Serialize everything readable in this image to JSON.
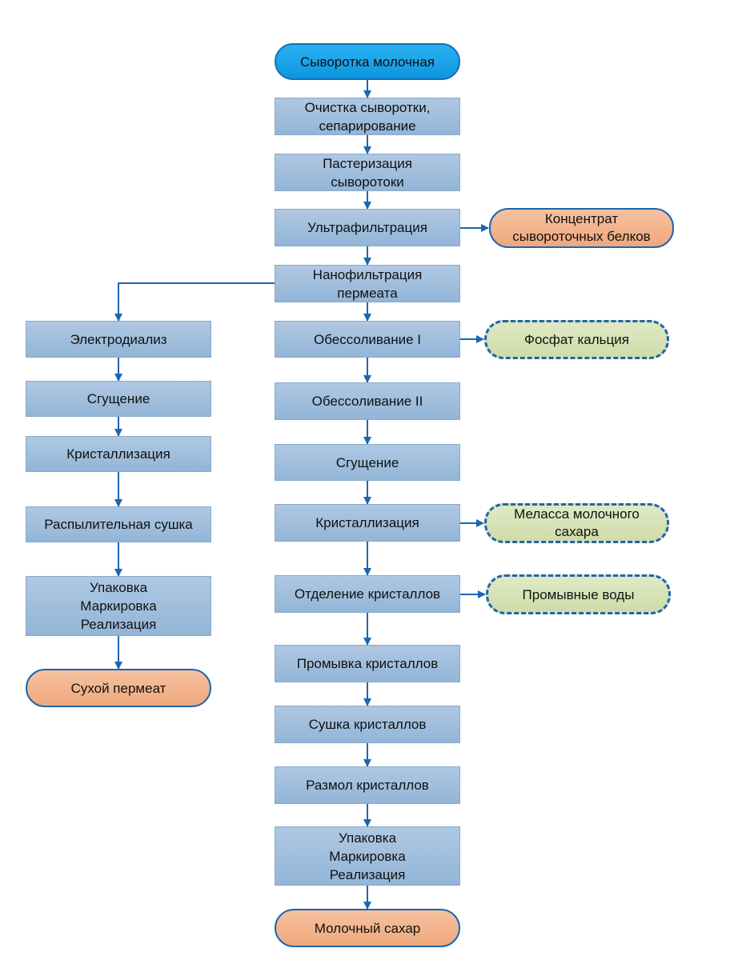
{
  "nodes": {
    "whey": "Сыворотка молочная",
    "cleaning": "Очистка сыворотки,\nсепарирование",
    "pasteurization": "Пастеризация\nсыворотоки",
    "ultrafiltration": "Ультрафильтрация",
    "protein_concentrate": "Концентрат\nсывороточных белков",
    "nanofiltration": "Нанофильтрация\nпермеата",
    "electrodialysis": "Электродиализ",
    "thickening_left": "Сгущение",
    "crystallization_left": "Кристаллизация",
    "spray_drying": "Распылительная сушка",
    "packaging_left": "Упаковка\nМаркировка\nРеализация",
    "dry_permeate": "Сухой пермеат",
    "desalting_1": "Обессоливание I",
    "calcium_phosphate": "Фосфат кальция",
    "desalting_2": "Обессоливание II",
    "thickening_right": "Сгущение",
    "crystallization_right": "Кристаллизация",
    "molasses": "Меласса молочного\nсахара",
    "crystal_separation": "Отделение кристаллов",
    "wash_water": "Промывные воды",
    "crystal_washing": "Промывка кристаллов",
    "crystal_drying": "Сушка кристаллов",
    "crystal_grinding": "Размол кристаллов",
    "packaging_right": "Упаковка\nМаркировка\nРеализация",
    "milk_sugar": "Молочный сахар"
  },
  "colors": {
    "process_fill": "#9fbfdf",
    "start_fill": "#1aa3e8",
    "product_fill": "#f2b48d",
    "byproduct_fill": "#d7e2b8",
    "line": "#1c66b0"
  }
}
